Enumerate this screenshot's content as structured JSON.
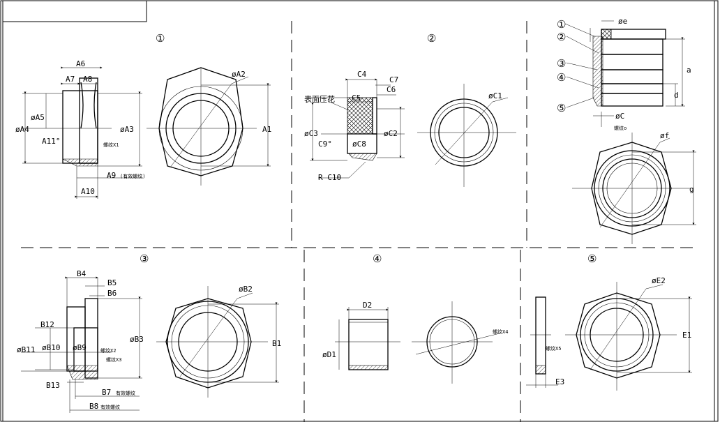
{
  "parts": [
    {
      "number": "①",
      "labels": {
        "A1": "A1",
        "A2": "øA2",
        "A3": "øA3",
        "A4": "øA4",
        "A5": "øA5",
        "A6": "A6",
        "A7": "A7",
        "A8": "A8",
        "A9": "A9",
        "A9_note": "(有效螺纹)",
        "A10": "A10",
        "A11": "A11°",
        "X1_note": "螺纹X1"
      }
    },
    {
      "number": "②",
      "labels": {
        "C1": "øC1",
        "C2": "øC2",
        "C3": "øC3",
        "C4": "C4",
        "C5": "C5",
        "C6": "C6",
        "C7": "C7",
        "C8": "øC8",
        "C9": "C9°",
        "C10": "R C10",
        "knurl_note": "表面压花"
      }
    },
    {
      "number": "③",
      "labels": {
        "B1": "B1",
        "B2": "øB2",
        "B3": "øB3",
        "B4": "B4",
        "B5": "B5",
        "B6": "B6",
        "B7": "B7",
        "B7_note": "有效螺纹",
        "B8": "B8",
        "B8_note": "有效螺纹",
        "B9": "øB9",
        "B10": "øB10",
        "B11": "øB11",
        "B12": "B12",
        "B13": "B13",
        "X2_note": "螺纹X2",
        "X3_note": "螺纹X3"
      }
    },
    {
      "number": "④",
      "labels": {
        "D1": "øD1",
        "D2": "D2",
        "X4_note": "螺纹X4"
      }
    },
    {
      "number": "⑤",
      "labels": {
        "E1": "E1",
        "E2": "øE2",
        "E3": "E3",
        "X5_note": "螺纹X5"
      }
    }
  ],
  "assembly": {
    "callouts": [
      "①",
      "②",
      "③",
      "④",
      "⑤"
    ],
    "labels": {
      "e": "øe",
      "a": "a",
      "d": "d",
      "c": "øC",
      "o": "螺纹o",
      "f": "øf",
      "g": "g"
    }
  }
}
